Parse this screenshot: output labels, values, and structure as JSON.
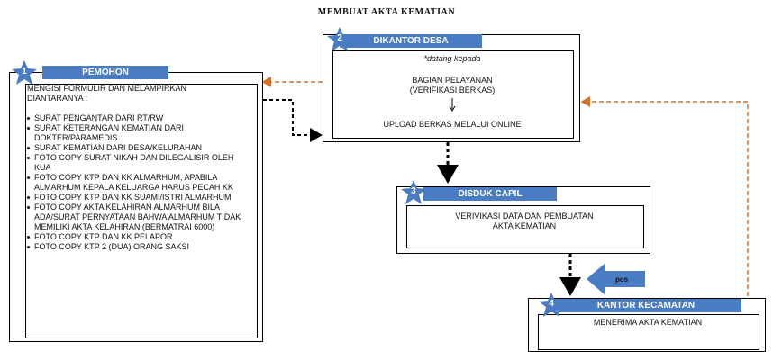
{
  "title": "MEMBUAT AKTA KEMATIAN",
  "steps": [
    {
      "number": "1",
      "header": "PEMOHON",
      "intro": "MENGISI FORMULIR DAN MELAMPIRKAN DIANTARANYA :",
      "items": [
        "SURAT PENGANTAR DARI RT/RW",
        "SURAT KETERANGAN KEMATIAN DARI DOKTER/PARAMEDIS",
        "SURAT KEMATIAN DARI DESA/KELURAHAN",
        "FOTO COPY SURAT NIKAH DAN DILEGALISIR OLEH KUA",
        "FOTO COPY KTP DAN KK ALMARHUM, APABILA ALMARHUM KEPALA KELUARGA HARUS PECAH KK",
        "FOTO COPY KTP DAN KK SUAMI/ISTRI ALMARHUM",
        "FOTO COPY AKTA KELAHIRAN ALMARHUM BILA ADA/SURAT PERNYATAAN BAHWA ALMARHUM TIDAK MEMILIKI AKTA KELAHIRAN (BERMATRAI 6000)",
        "FOTO COPY KTP DAN KK PELAPOR",
        "FOTO COPY KTP 2 (DUA) ORANG SAKSI"
      ]
    },
    {
      "number": "2",
      "header": "DIKANTOR DESA",
      "note": "*datang kepada",
      "line1": "BAGIAN PELAYANAN",
      "line2": "(VERIFIKASI BERKAS)",
      "line3": "UPLOAD BERKAS MELALUI ONLINE"
    },
    {
      "number": "3",
      "header": "DISDUK CAPIL",
      "line1": "VERIVIKASI DATA DAN PEMBUATAN",
      "line2": "AKTA KEMATIAN"
    },
    {
      "number": "4",
      "header": "KANTOR KECAMATAN",
      "line1": "MENERIMA AKTA KEMATIAN"
    }
  ],
  "pos_label": "pos",
  "colors": {
    "header": "#4a7cc4",
    "star": "#4a7cc4",
    "return_arrow": "#d4702a",
    "flow_arrow": "#000000"
  }
}
